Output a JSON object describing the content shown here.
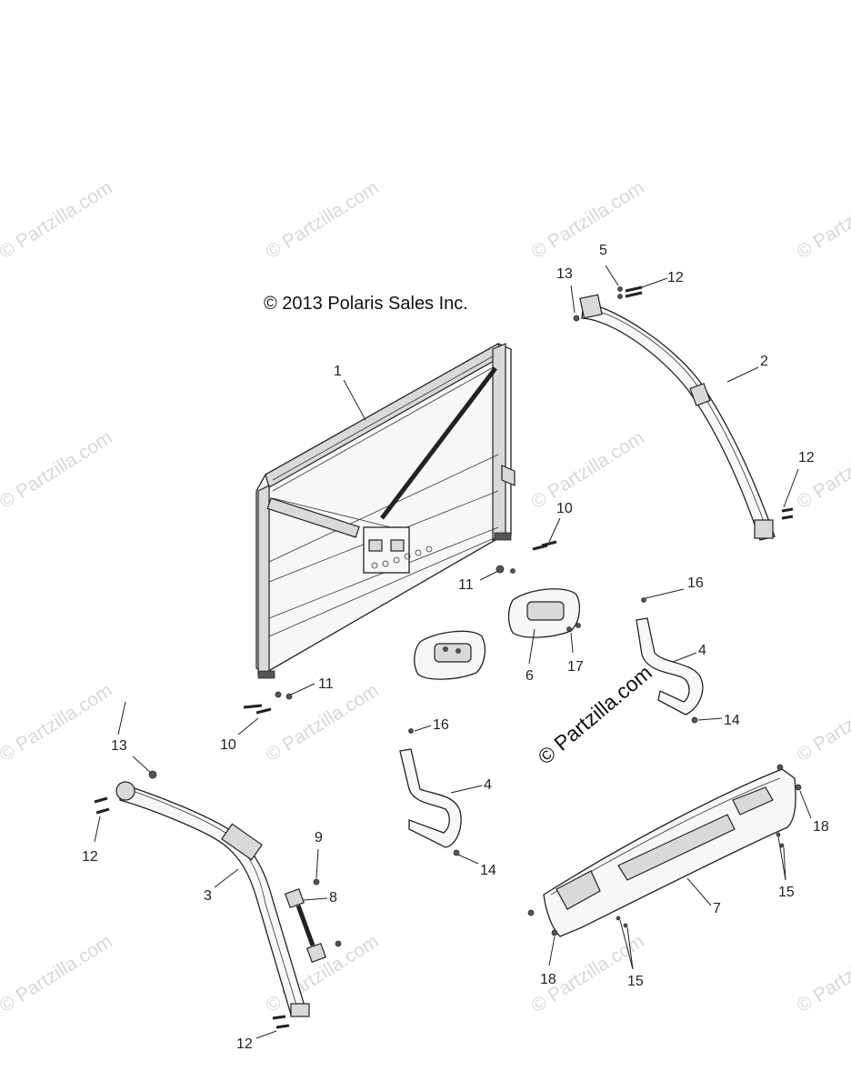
{
  "copyright": "© 2013 Polaris Sales Inc.",
  "watermark": "© Partzilla.com",
  "center_watermark": "© Partzilla.com",
  "callouts": {
    "c1": "1",
    "c2": "2",
    "c3": "3",
    "c4a": "4",
    "c4b": "4",
    "c5": "5",
    "c6": "6",
    "c7": "7",
    "c8": "8",
    "c9": "9",
    "c10a": "10",
    "c10b": "10",
    "c11a": "11",
    "c11b": "11",
    "c12a": "12",
    "c12b": "12",
    "c12c": "12",
    "c12d": "12",
    "c13a": "13",
    "c13b": "13",
    "c14a": "14",
    "c14b": "14",
    "c15a": "15",
    "c15b": "15",
    "c16a": "16",
    "c16b": "16",
    "c17": "17",
    "c18a": "18",
    "c18b": "18"
  }
}
